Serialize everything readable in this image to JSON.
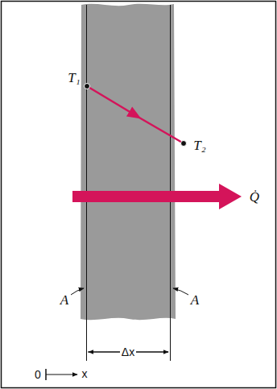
{
  "diagram": {
    "labels": [
      "T₁",
      "T₂",
      "Q̇",
      "A",
      "A",
      "Δx",
      "0",
      "x"
    ]
  }
}
